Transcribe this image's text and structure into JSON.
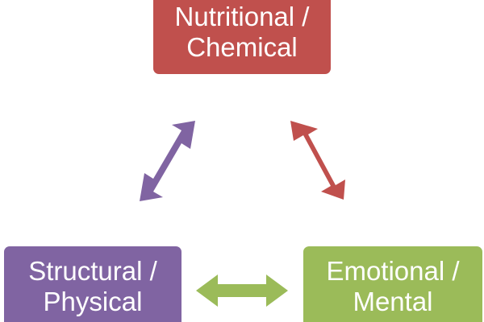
{
  "nodes": {
    "top": {
      "label": "Nutritional /\nChemical",
      "color": "#c0504d"
    },
    "left": {
      "label": "Structural /\nPhysical",
      "color": "#8064a2"
    },
    "right": {
      "label": "Emotional /\nMental",
      "color": "#9bbb59"
    }
  },
  "arrows": {
    "top_left": {
      "color": "#8064a2"
    },
    "top_right": {
      "color": "#c0504d"
    },
    "left_right": {
      "color": "#9bbb59"
    }
  }
}
